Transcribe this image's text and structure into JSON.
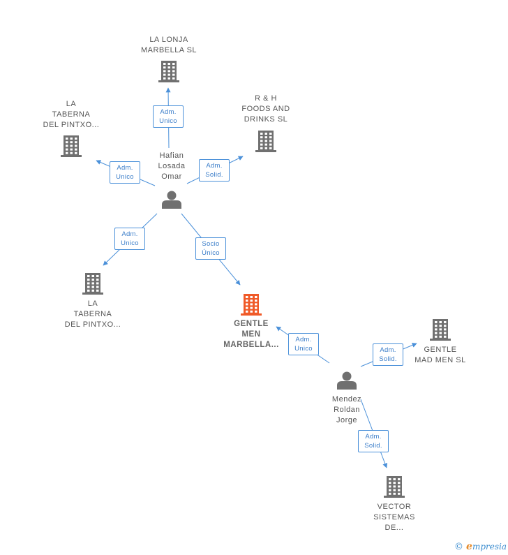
{
  "colors": {
    "edge": "#4a90d9",
    "building": "#707070",
    "focus_building": "#f05a28",
    "person": "#707070"
  },
  "nodes": [
    {
      "id": "lalonja",
      "type": "company",
      "label": "LA LONJA\nMARBELLA SL"
    },
    {
      "id": "taberna1",
      "type": "company",
      "label": "LA\nTABERNA\nDEL PINTXO..."
    },
    {
      "id": "rh",
      "type": "company",
      "label": "R & H\nFOODS AND\nDRINKS  SL"
    },
    {
      "id": "hafian",
      "type": "person",
      "label": "Hafian\nLosada\nOmar"
    },
    {
      "id": "taberna2",
      "type": "company",
      "label": "LA\nTABERNA\nDEL PINTXO..."
    },
    {
      "id": "gentle",
      "type": "company",
      "focus": true,
      "label": "GENTLE\nMEN\nMARBELLA..."
    },
    {
      "id": "madmen",
      "type": "company",
      "label": "GENTLE\nMAD MEN SL"
    },
    {
      "id": "mendez",
      "type": "person",
      "label": "Mendez\nRoldan\nJorge"
    },
    {
      "id": "vector",
      "type": "company",
      "label": "VECTOR\nSISTEMAS\nDE..."
    }
  ],
  "edges": [
    {
      "from": "hafian",
      "to": "lalonja",
      "label": "Adm.\nUnico"
    },
    {
      "from": "hafian",
      "to": "taberna1",
      "label": "Adm.\nUnico"
    },
    {
      "from": "hafian",
      "to": "rh",
      "label": "Adm.\nSolid."
    },
    {
      "from": "hafian",
      "to": "taberna2",
      "label": "Adm.\nUnico"
    },
    {
      "from": "hafian",
      "to": "gentle",
      "label": "Socio\nÚnico"
    },
    {
      "from": "mendez",
      "to": "gentle",
      "label": "Adm.\nUnico"
    },
    {
      "from": "mendez",
      "to": "madmen",
      "label": "Adm.\nSolid."
    },
    {
      "from": "mendez",
      "to": "vector",
      "label": "Adm.\nSolid."
    }
  ],
  "footer": {
    "copyright": "©",
    "brand_initial": "e",
    "brand_rest": "mpresia"
  }
}
